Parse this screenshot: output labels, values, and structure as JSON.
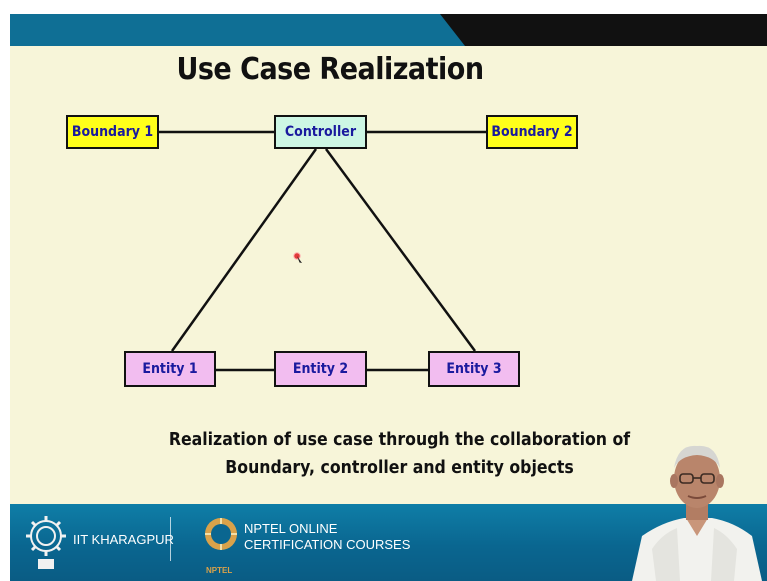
{
  "title": "Use Case Realization",
  "nodes": {
    "boundary1": "Boundary 1",
    "controller": "Controller",
    "boundary2": "Boundary 2",
    "entity1": "Entity 1",
    "entity2": "Entity 2",
    "entity3": "Entity 3"
  },
  "caption": {
    "line1": "Realization of use case through the collaboration of",
    "line2": "Boundary, controller and entity objects"
  },
  "footer": {
    "institute": "IIT KHARAGPUR",
    "nptel_line1": "NPTEL ONLINE",
    "nptel_line2": "CERTIFICATION COURSES",
    "nptel_logo_text": "NPTEL"
  },
  "colors": {
    "slide_background": "#f7f5d9",
    "boundary_fill": "#ffff1a",
    "controller_fill": "#cdf6e4",
    "entity_fill": "#f2bdf0",
    "node_text": "#1a1a9e",
    "footer_band": "#0a6690"
  }
}
